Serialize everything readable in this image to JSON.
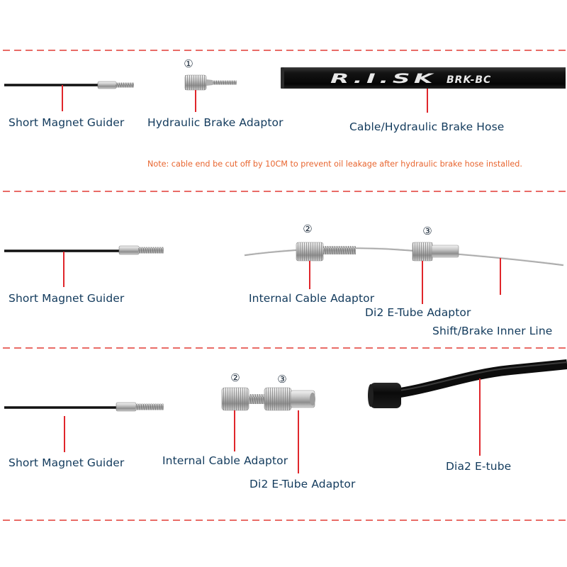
{
  "colors": {
    "divider": "#e23b35",
    "pointer": "#e0262b",
    "label": "#123a5c",
    "note": "#e8652f"
  },
  "row1": {
    "label_short_magnet": "Short Magnet Guider",
    "marker_1": "①",
    "label_hydraulic_adaptor": "Hydraulic Brake Adaptor",
    "hose_brand": "R.I.SK",
    "hose_model": "BRK-BC",
    "label_hose": "Cable/Hydraulic Brake Hose",
    "note": "Note: cable end be cut off by 10CM to prevent oil leakage after hydraulic brake hose installed."
  },
  "row2": {
    "label_short_magnet": "Short Magnet Guider",
    "marker_2": "②",
    "marker_3": "③",
    "label_internal_adaptor": "Internal Cable Adaptor",
    "label_di2_adaptor": "Di2 E-Tube Adaptor",
    "label_inner_line": "Shift/Brake Inner Line"
  },
  "row3": {
    "label_short_magnet": "Short Magnet Guider",
    "marker_2": "②",
    "marker_3": "③",
    "label_internal_adaptor": "Internal Cable Adaptor",
    "label_di2_adaptor": "Di2 E-Tube Adaptor",
    "label_etube": "Dia2 E-tube"
  },
  "icons": {
    "magnet_guider": "short-magnet-guider-icon",
    "hydraulic_adaptor": "hydraulic-brake-adaptor-icon",
    "brake_hose": "brake-hose-icon",
    "internal_adaptor": "internal-cable-adaptor-icon",
    "di2_adaptor": "di2-etube-adaptor-icon",
    "inner_line": "inner-line-icon",
    "etube": "di2-etube-icon"
  }
}
